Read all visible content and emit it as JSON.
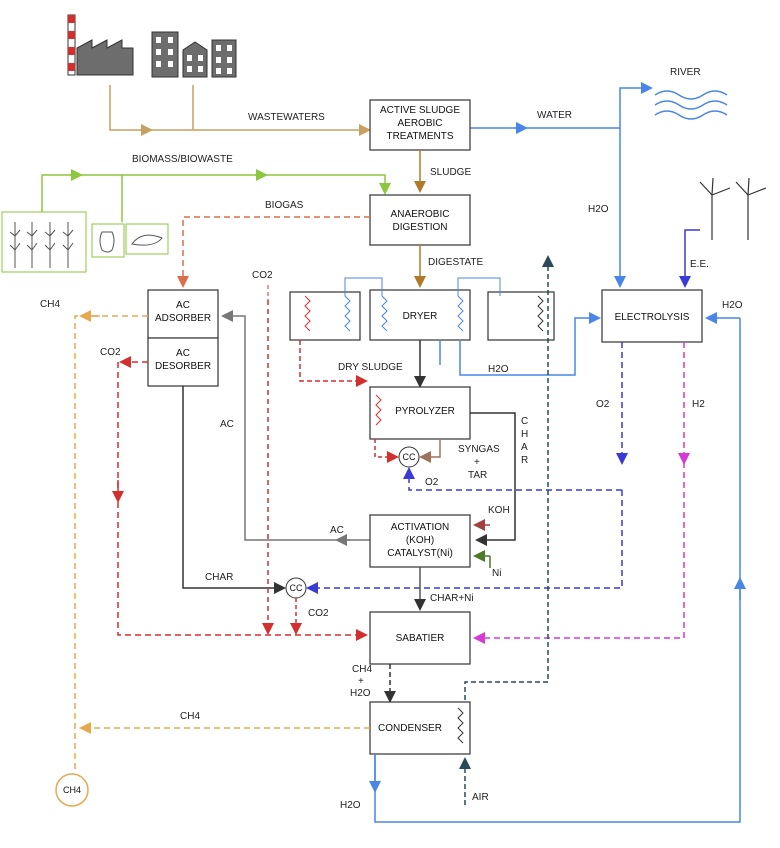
{
  "blocks": {
    "active_sludge": [
      "ACTIVE SLUDGE",
      "AEROBIC",
      "TREATMENTS"
    ],
    "anaerobic": [
      "ANAEROBIC",
      "DIGESTION"
    ],
    "dryer": "DRYER",
    "electrolysis": "ELECTROLYSIS",
    "ac_adsorber": [
      "AC",
      "ADSORBER"
    ],
    "ac_desorber": [
      "AC",
      "DESORBER"
    ],
    "pyrolyzer": "PYROLYZER",
    "activation": [
      "ACTIVATION",
      "(KOH)",
      "CATALYST(Ni)"
    ],
    "sabatier": "SABATIER",
    "condenser": "CONDENSER",
    "cc": "CC",
    "ch4_tank": "CH4"
  },
  "labels": {
    "wastewaters": "WASTEWATERS",
    "water": "WATER",
    "river": "RIVER",
    "biomass": "BIOMASS/BIOWASTE",
    "sludge": "SLUDGE",
    "biogas": "BIOGAS",
    "digestate": "DIGESTATE",
    "h2o_top": "H2O",
    "ee": "E.E.",
    "h2o_right": "H2O",
    "co2_top": "CO2",
    "ch4_left": "CH4",
    "co2_left": "CO2",
    "dry_sludge": "DRY SLUDGE",
    "h2o_dryer": "H2O",
    "o2": "O2",
    "h2": "H2",
    "ac": "AC",
    "char_vertical": [
      "C",
      "H",
      "A",
      "R"
    ],
    "syngas": [
      "SYNGAS",
      "+",
      "TAR"
    ],
    "o2_mid": "O2",
    "koh": "KOH",
    "ac_out": "AC",
    "ni": "Ni",
    "char": "CHAR",
    "co2_bottom": "CO2",
    "char_ni": "CHAR+Ni",
    "ch4_h2o": [
      "CH4",
      "+",
      "H2O"
    ],
    "ch4_mid": "CH4",
    "h2o_bottom": "H2O",
    "air": "AIR"
  },
  "colors": {
    "wastewater": "#c8a060",
    "water": "#4a86e8",
    "biomass": "#8dc63f",
    "sludge": "#b07a2a",
    "biogas": "#d9704a",
    "ch4": "#e8a850",
    "co2": "#d32f2f",
    "h2": "#d63ad6",
    "o2": "#3a3ad6",
    "ac": "#777777",
    "dark": "#333333",
    "syngas": "#a0705a",
    "koh": "#a04040",
    "ni": "#4a7a2a",
    "air": "#2a4a5a"
  }
}
